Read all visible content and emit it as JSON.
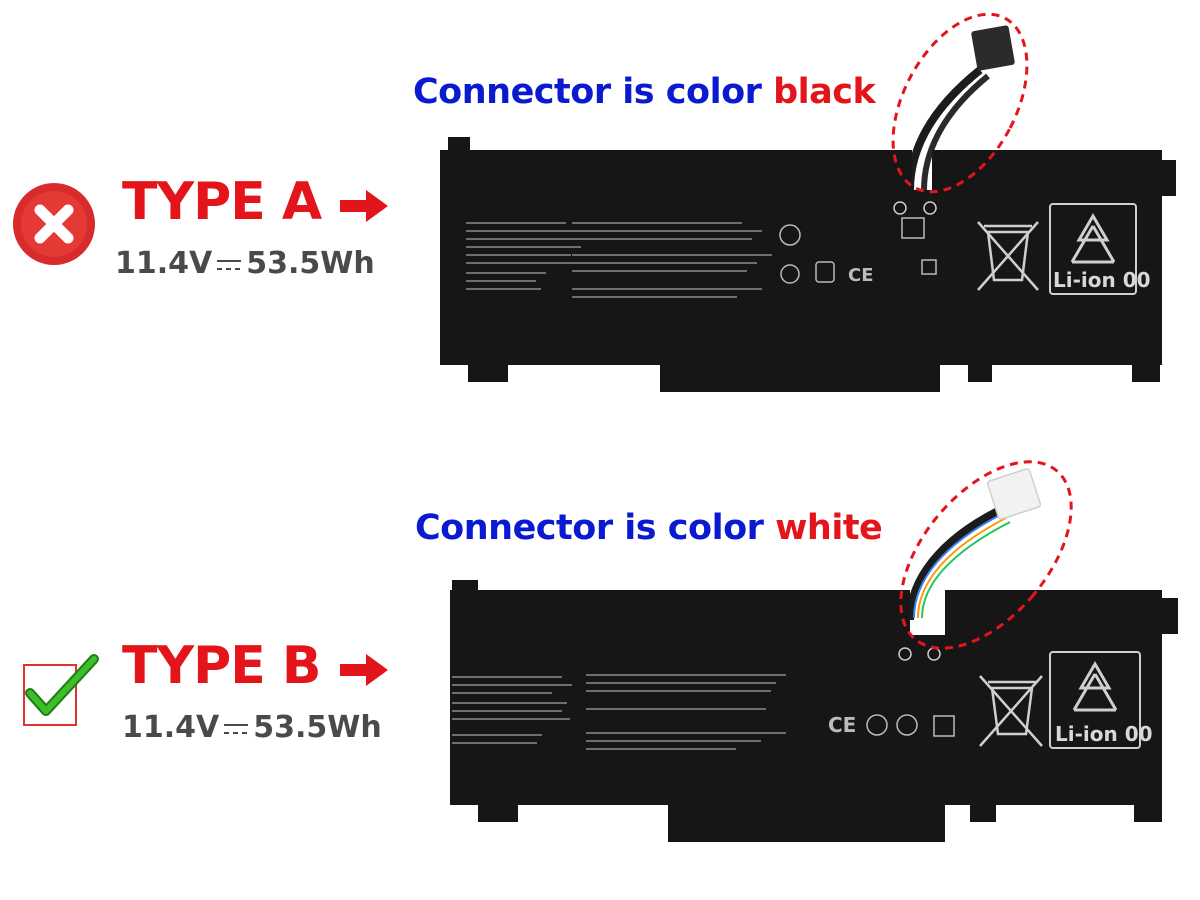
{
  "products": [
    {
      "connector_heading": "Connector is color",
      "connector_color": "black",
      "type_label": "TYPE A",
      "voltage": "11.4V",
      "energy": "53.5Wh",
      "status": "incorrect",
      "battery_label": "Li-ion 00"
    },
    {
      "connector_heading": "Connector is color",
      "connector_color": "white",
      "type_label": "TYPE B",
      "voltage": "11.4V",
      "energy": "53.5Wh",
      "status": "correct",
      "battery_label": "Li-ion 00"
    }
  ],
  "colors": {
    "heading_blue": "#0a1ad0",
    "accent_red": "#e3151b",
    "spec_gray": "#4a4a4a",
    "check_green": "#3cbf2a",
    "battery_black": "#161616"
  },
  "icons": {
    "incorrect": "red-circle-x-icon",
    "correct": "green-check-icon",
    "arrow": "red-arrow-right-icon",
    "recycle": "recycle-icon",
    "bin": "crossed-out-bin-icon"
  }
}
